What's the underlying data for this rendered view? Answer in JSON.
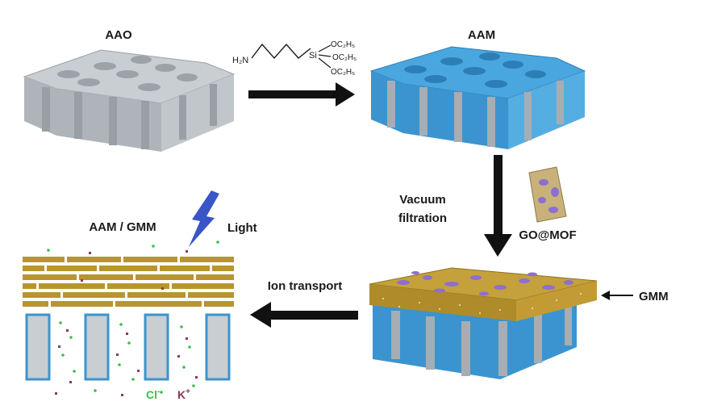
{
  "labels": {
    "aao": "AAO",
    "aam": "AAM",
    "vacuum": "Vacuum",
    "filtration": "filtration",
    "gomof": "GO@MOF",
    "gmm": "GMM",
    "ion_transport": "Ion transport",
    "aam_gmm": "AAM / GMM",
    "light": "Light",
    "cl": "Cl",
    "cl_sup": "-",
    "k": "K",
    "k_sup": "+"
  },
  "reagent": {
    "amine": "H₂N",
    "si": "Si",
    "ethoxy_1": "OC₂H₅",
    "ethoxy_2": "OC₂H₅",
    "ethoxy_3": "OC₂H₅"
  },
  "colors": {
    "aao_gray": "#b8bec3",
    "aam_blue": "#3d9ad6",
    "gmm_gold": "#b8952f",
    "mof_purple": "#8d6fcf",
    "cl_green": "#3bbf4a",
    "k_maroon": "#8a3a52",
    "lightning_blue": "#3a55c8"
  }
}
